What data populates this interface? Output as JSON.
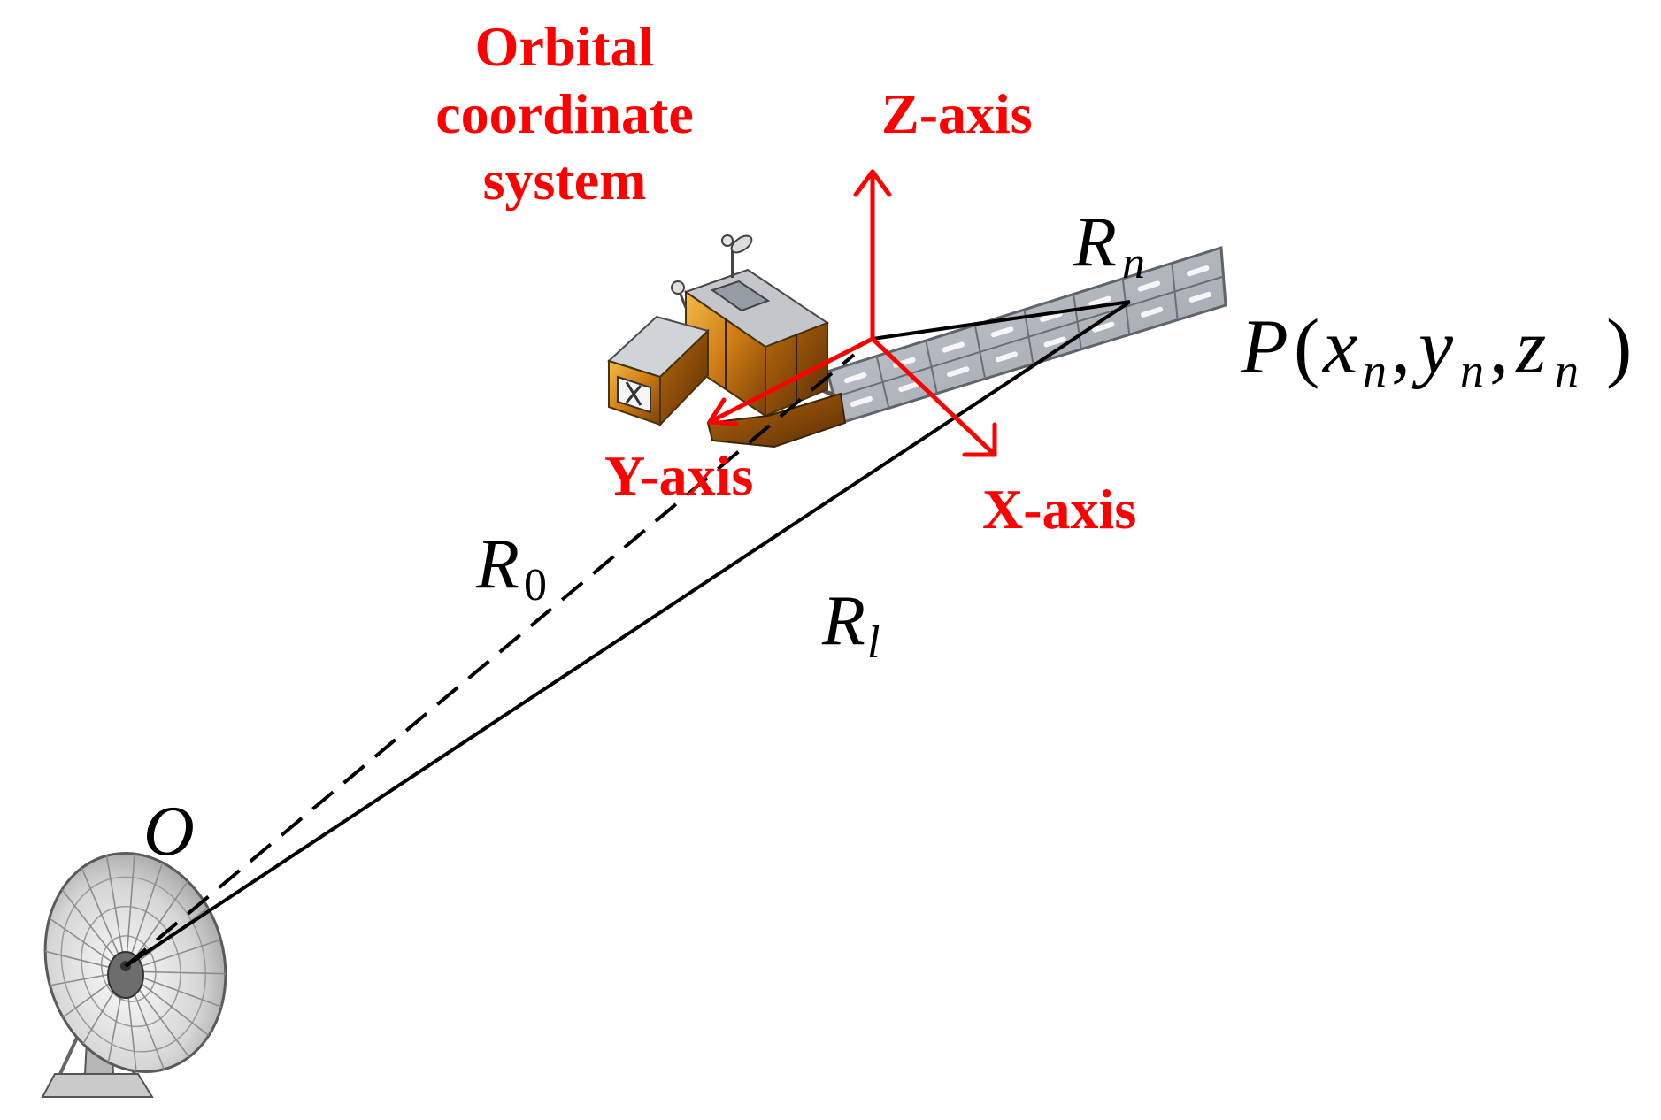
{
  "orbital_frame": {
    "title_lines": [
      "Orbital",
      "coordinate",
      "system"
    ],
    "axes": {
      "z": "Z-axis",
      "y": "Y-axis",
      "x": "X-axis"
    }
  },
  "labels": {
    "r_n": {
      "base": "R",
      "sub": "n"
    },
    "r_0": {
      "base": "R",
      "sub": "0"
    },
    "r_l": {
      "base": "R",
      "sub": "l"
    },
    "origin": "O"
  },
  "point_label": {
    "name": "P",
    "open": "(",
    "coords": [
      {
        "var": "x",
        "sub": "n"
      },
      {
        "var": "y",
        "sub": "n"
      },
      {
        "var": "z",
        "sub": "n"
      }
    ],
    "separator": ",",
    "close": ")"
  },
  "icons": {
    "satellite": "satellite-icon",
    "ground_station": "radar-dish-icon"
  },
  "colors": {
    "axis_red": "#ff0000",
    "lines": "#000000"
  }
}
